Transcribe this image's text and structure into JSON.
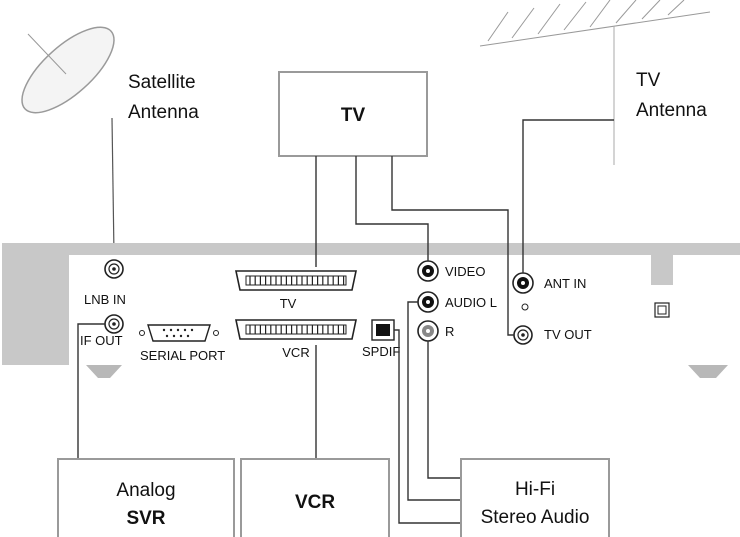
{
  "devices": {
    "satellite_antenna": [
      "Satellite",
      "Antenna"
    ],
    "tv_antenna": [
      "TV",
      "Antenna"
    ],
    "tv": "TV",
    "vcr": "VCR",
    "analog_svr": [
      "Analog",
      "SVR"
    ],
    "hifi": [
      "Hi-Fi",
      "Stereo Audio"
    ]
  },
  "ports": {
    "lnb_in": "LNB  IN",
    "if_out": "IF OUT",
    "serial_port": "SERIAL PORT",
    "scart_tv": "TV",
    "scart_vcr": "VCR",
    "spdif": "SPDIF",
    "video": "VIDEO",
    "audio_l": "AUDIO L",
    "audio_r": "R",
    "ant_in": "ANT IN",
    "tv_out": "TV  OUT"
  },
  "colors": {
    "panel": "#c8c8c8",
    "panel_edge": "#b0b0b0",
    "box_border": "#9a9a9a",
    "wire": "#333333"
  }
}
